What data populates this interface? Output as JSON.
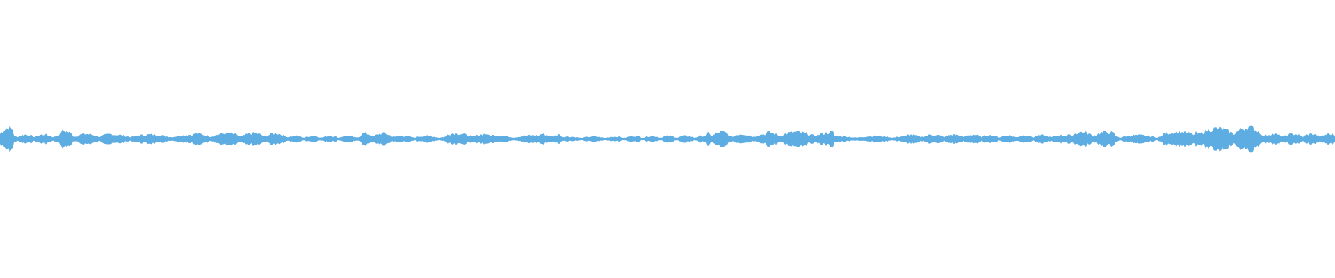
{
  "waveform": {
    "color": "#5dade2",
    "background": "#ffffff",
    "segments": [
      {
        "start": 0.0,
        "end": 0.01,
        "level": 0.9
      },
      {
        "start": 0.01,
        "end": 0.045,
        "level": 0.35
      },
      {
        "start": 0.045,
        "end": 0.055,
        "level": 0.65
      },
      {
        "start": 0.055,
        "end": 0.085,
        "level": 0.4
      },
      {
        "start": 0.085,
        "end": 0.145,
        "level": 0.35
      },
      {
        "start": 0.145,
        "end": 0.215,
        "level": 0.45
      },
      {
        "start": 0.215,
        "end": 0.27,
        "level": 0.25
      },
      {
        "start": 0.27,
        "end": 0.295,
        "level": 0.45
      },
      {
        "start": 0.295,
        "end": 0.335,
        "level": 0.25
      },
      {
        "start": 0.335,
        "end": 0.365,
        "level": 0.45
      },
      {
        "start": 0.365,
        "end": 0.405,
        "level": 0.3
      },
      {
        "start": 0.405,
        "end": 0.42,
        "level": 0.45
      },
      {
        "start": 0.42,
        "end": 0.47,
        "level": 0.2
      },
      {
        "start": 0.47,
        "end": 0.53,
        "level": 0.25
      },
      {
        "start": 0.53,
        "end": 0.545,
        "level": 0.55
      },
      {
        "start": 0.545,
        "end": 0.575,
        "level": 0.4
      },
      {
        "start": 0.575,
        "end": 0.625,
        "level": 0.55
      },
      {
        "start": 0.625,
        "end": 0.68,
        "level": 0.25
      },
      {
        "start": 0.68,
        "end": 0.74,
        "level": 0.35
      },
      {
        "start": 0.74,
        "end": 0.8,
        "level": 0.3
      },
      {
        "start": 0.8,
        "end": 0.835,
        "level": 0.55
      },
      {
        "start": 0.835,
        "end": 0.87,
        "level": 0.3
      },
      {
        "start": 0.87,
        "end": 0.895,
        "level": 0.55
      },
      {
        "start": 0.895,
        "end": 0.925,
        "level": 0.85
      },
      {
        "start": 0.925,
        "end": 0.945,
        "level": 0.95
      },
      {
        "start": 0.945,
        "end": 0.97,
        "level": 0.4
      },
      {
        "start": 0.97,
        "end": 1.0,
        "level": 0.4
      }
    ]
  }
}
